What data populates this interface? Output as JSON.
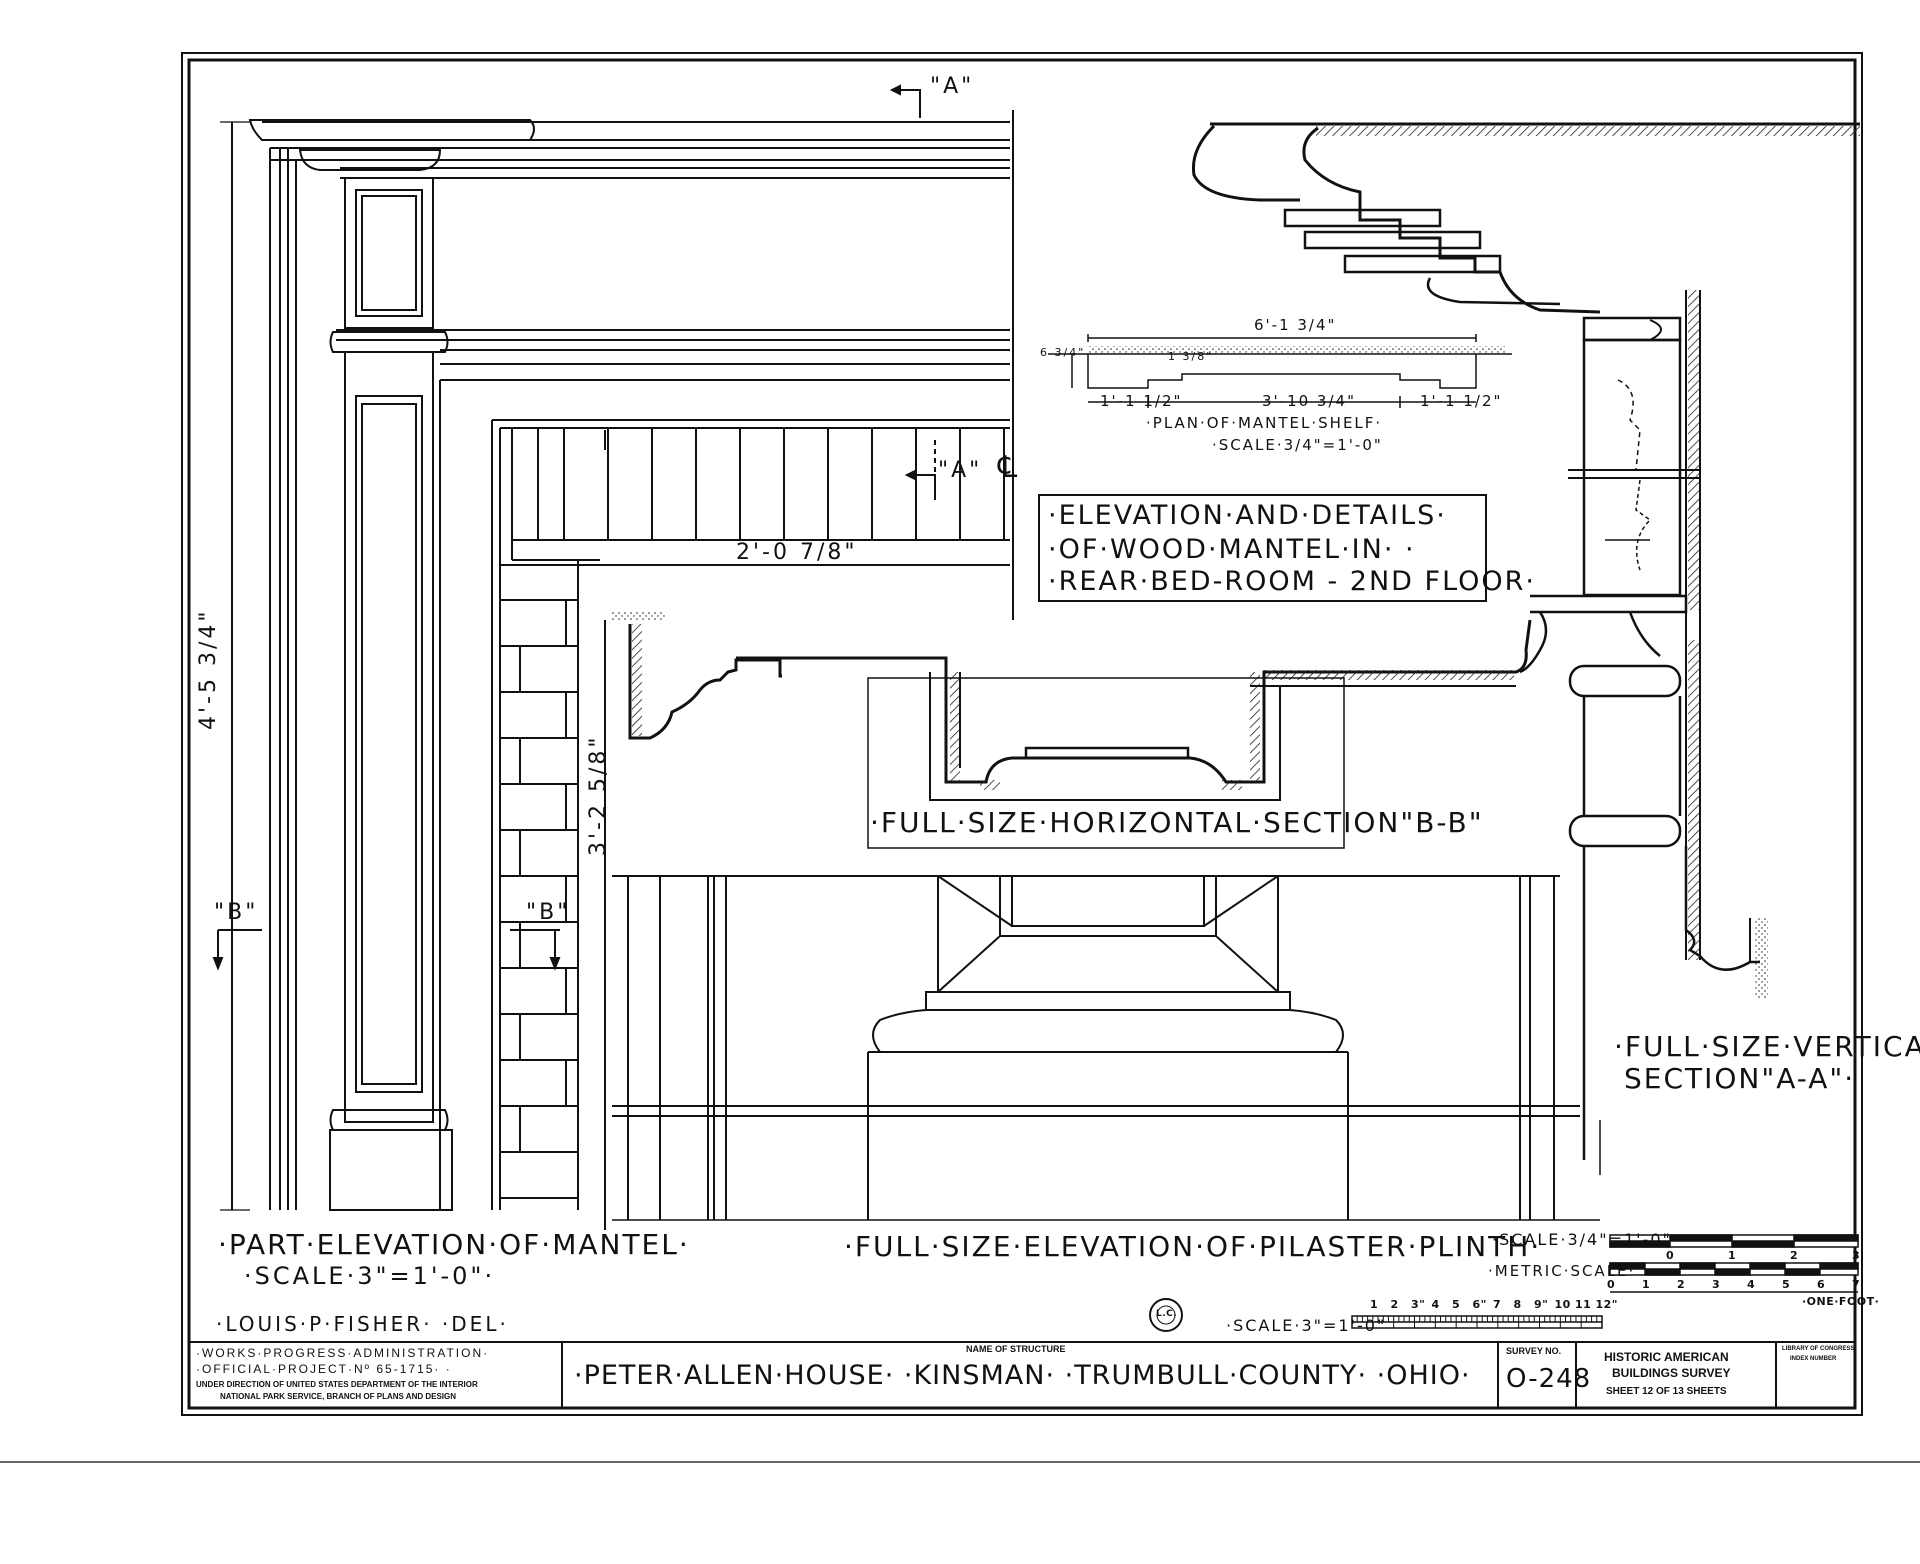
{
  "titles": {
    "main": [
      "·ELEVATION·AND·DETAILS·",
      "·OF·WOOD·MANTEL·IN·  ·",
      "·REAR·BED-ROOM - 2ND FLOOR·"
    ],
    "plan_shelf": "·PLAN·OF·MANTEL·SHELF·",
    "plan_shelf_scale": "·SCALE·3/4\"=1'-0\"",
    "horizontal_section": "·FULL·SIZE·HORIZONTAL·SECTION\"B-B\"",
    "vertical_section": [
      "·FULL·SIZE·VERTICAL·",
      "SECTION\"A-A\"·"
    ],
    "plinth_elevation": "·FULL·SIZE·ELEVATION·OF·PILASTER·PLINTH·",
    "part_elevation": "·PART·ELEVATION·OF·MANTEL·",
    "part_elevation_scale": "·SCALE·3\"=1'-0\"·",
    "delineator": "·LOUIS·P·FISHER·   ·DEL·"
  },
  "dimensions": {
    "height": "4'-5 3/4\"",
    "opening_width": "2'-0 7/8\"",
    "opening_height": "3'-2 5/8\"",
    "shelf_length": "6'-1 3/4\"",
    "shelf_depth": "6 3/4\"",
    "shelf_mid": "3'-10 3/4\"",
    "shelf_left": "1'-1 1/2\"",
    "shelf_right": "1'-1 1/2\"",
    "shelf_thick": "1 3/8\""
  },
  "markers": {
    "a_top": "\"A\"",
    "a_mid": "\"A\"",
    "b_left": "\"B\"",
    "b_mid": "\"B\"",
    "centerline": "℄"
  },
  "scales": {
    "three_quarter": "·SCALE·3/4\"=1'-0\"",
    "metric": "·METRIC·SCALE·",
    "one_foot": "·ONE·FOOT·",
    "three_inch": "·SCALE·3\"=1'-0\"",
    "metric_ticks": [
      "0",
      "1",
      "2",
      "3",
      "4",
      "5",
      "6",
      "7"
    ],
    "foot_ticks": [
      "0",
      "1",
      "2",
      "3"
    ],
    "inch_ticks": [
      "1",
      "2",
      "3\"",
      "4",
      "5",
      "6\"",
      "7",
      "8",
      "9\"",
      "10",
      "11",
      "12\""
    ]
  },
  "title_block": {
    "wpa": [
      "·WORKS·PROGRESS·ADMINISTRATION·",
      "·OFFICIAL·PROJECT·Nº 65-1715·  ·"
    ],
    "direction": [
      "UNDER DIRECTION OF UNITED STATES DEPARTMENT OF THE INTERIOR",
      "NATIONAL PARK SERVICE, BRANCH OF PLANS AND DESIGN"
    ],
    "name_label": "NAME OF STRUCTURE",
    "name": "·PETER·ALLEN·HOUSE·  ·KINSMAN·  ·TRUMBULL·COUNTY·  ·OHIO·",
    "survey_label": "SURVEY NO.",
    "survey_no": "O-248",
    "habs": [
      "HISTORIC AMERICAN",
      "BUILDINGS SURVEY"
    ],
    "sheet": "SHEET 12 OF 13 SHEETS",
    "loc": [
      "LIBRARY OF CONGRESS",
      "INDEX NUMBER"
    ],
    "stamp": "L.C."
  }
}
